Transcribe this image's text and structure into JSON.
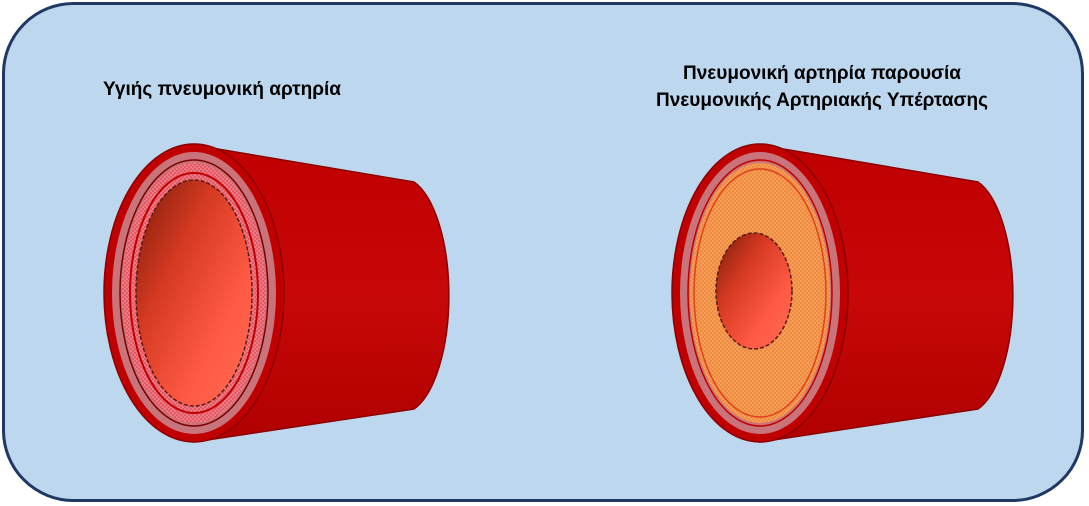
{
  "colors": {
    "background": "#bdd7ee",
    "border": "#203864",
    "vessel_outer": "#c00000",
    "vessel_dark": "#8b0000",
    "adventitia_ring": "#c9747a",
    "media_healthy": "#e86a74",
    "media_thickened": "#f39c4e",
    "lumen": "#ff5540"
  },
  "labels": {
    "healthy_title": "Υγιής πνευμονική αρτηρία",
    "hypertension_title_line1": "Πνευμονική αρτηρία παρουσία",
    "hypertension_title_line2": "Πνευμονικής Αρτηριακής Υπέρτασης"
  },
  "vessels": {
    "healthy": {
      "wall_thickness": "normal",
      "lumen_size": "large"
    },
    "hypertension": {
      "wall_thickness": "thickened",
      "lumen_size": "narrowed"
    }
  }
}
